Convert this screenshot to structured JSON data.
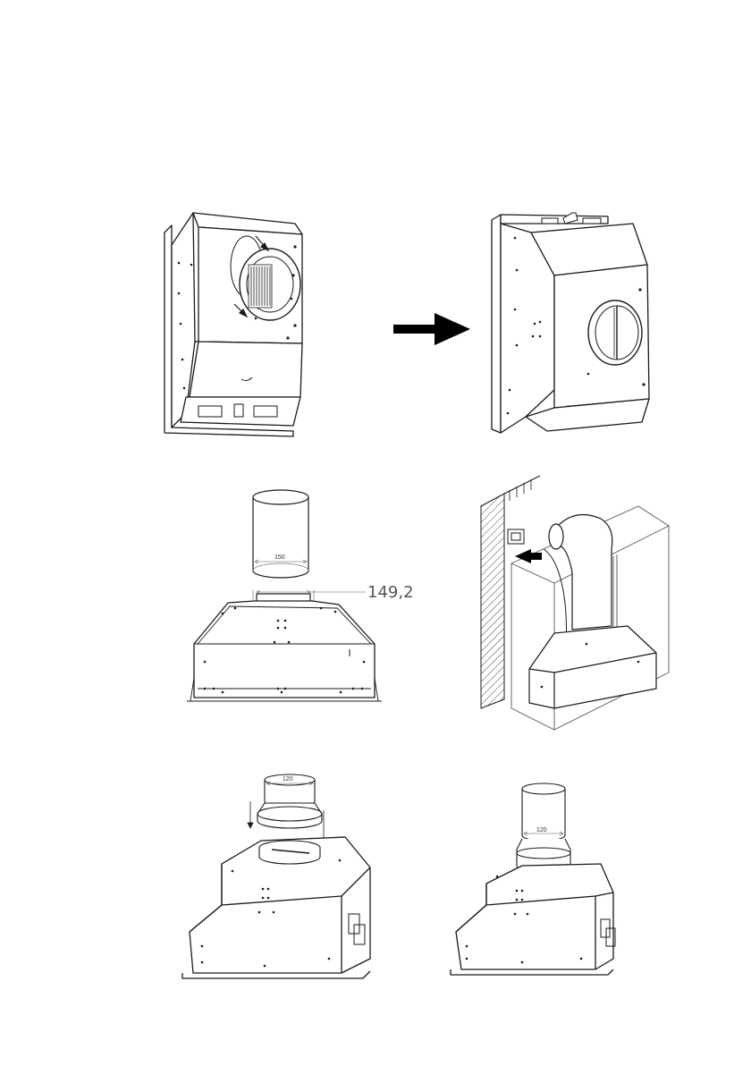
{
  "diagrams": {
    "hood_duct_step": {
      "duct_diameter_label": "150",
      "collar_width_label": "149,2"
    },
    "reducer_step": {
      "reducer_label": "120"
    },
    "reducer_mounted_step": {
      "pipe_label": "120"
    }
  },
  "colors": {
    "line": "#1a1a1a",
    "light_line": "#777777",
    "fill": "#ffffff",
    "arrow": "#000000"
  }
}
